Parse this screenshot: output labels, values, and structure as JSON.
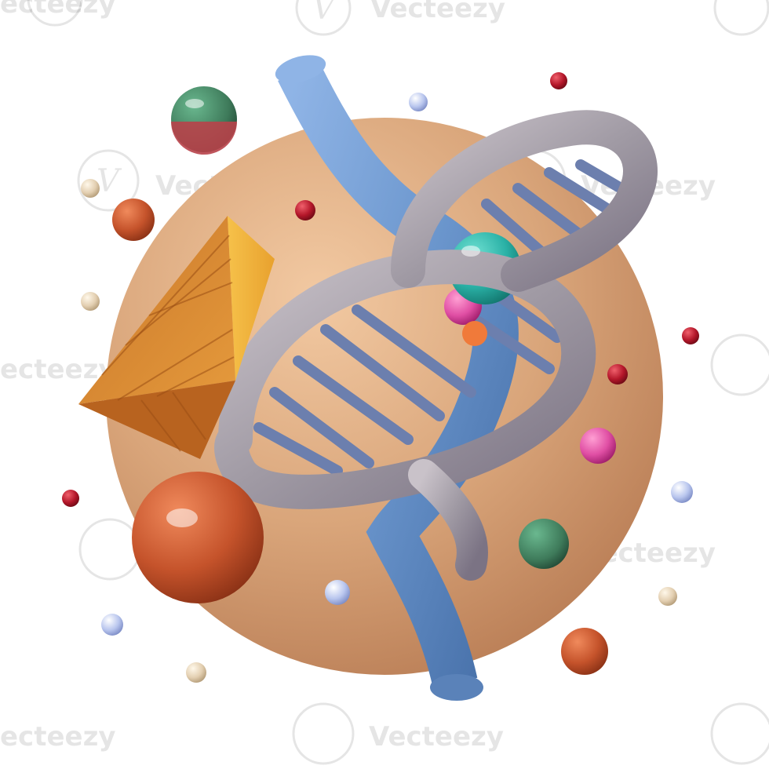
{
  "watermark": {
    "brand": "Vecteezy",
    "partial_left": "ecteezy",
    "glyph": "V"
  },
  "palette": {
    "planet": "#d9a57a",
    "backbone_blue": "#6a95cc",
    "backbone_gray": "#a09aa4",
    "rungs": "#6c7fae",
    "pyramid": "#e6962c",
    "sphere_orange": "#c5532b",
    "sphere_teal": "#2ab1a6",
    "sphere_green": "#3e7a5a",
    "sphere_pink": "#e04fa4",
    "dot_red": "#b4172a",
    "dot_blue": "#b9c6ee",
    "dot_beige": "#e3cfb1"
  }
}
